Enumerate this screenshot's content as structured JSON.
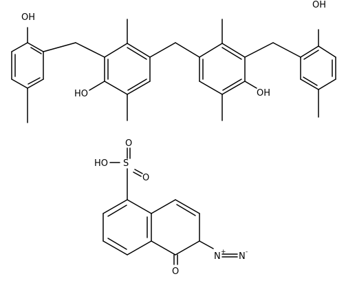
{
  "structures": {
    "top_molecule": {
      "labels": {
        "oh1": "OH",
        "ho2": "HO",
        "oh3": "OH",
        "oh4": "OH"
      }
    },
    "bottom_molecule": {
      "labels": {
        "ho": "HO",
        "s": "S",
        "o_up": "O",
        "o_right": "O",
        "n1": "N",
        "n1_charge": "+",
        "n2": "N",
        "n2_charge": "-",
        "o_keto": "O"
      }
    }
  },
  "colors": {
    "ink": "#000000",
    "background": "#ffffff"
  }
}
